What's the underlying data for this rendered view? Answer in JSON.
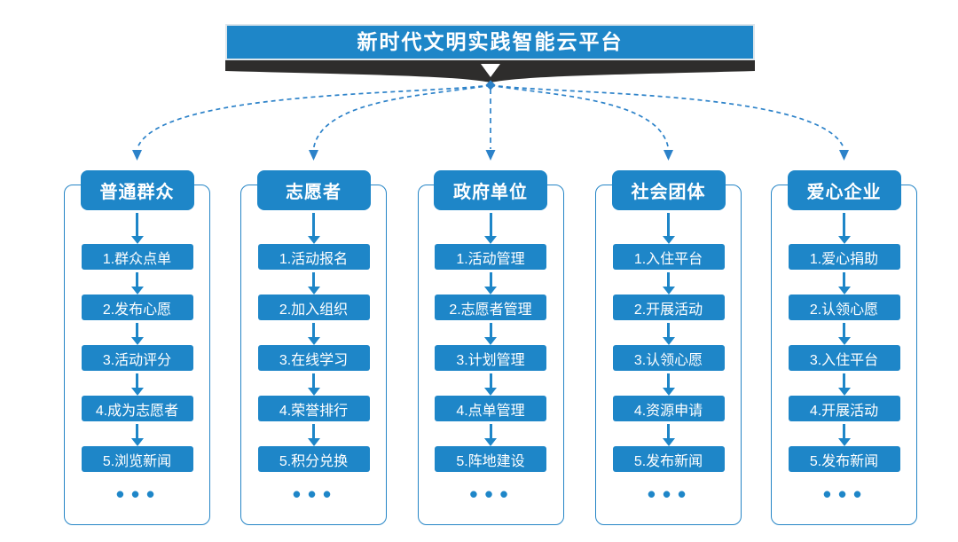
{
  "title": "新时代文明实践智能云平台",
  "colors": {
    "accent_blue": "#1E86C8",
    "outline_blue": "#2585C6",
    "connector_blue": "#2C82C9",
    "ribbon_dark": "#2E2D2C"
  },
  "columns": [
    {
      "id": "ordinary-people",
      "header": "普通群众",
      "steps": [
        "1.群众点单",
        "2.发布心愿",
        "3.活动评分",
        "4.成为志愿者",
        "5.浏览新闻"
      ],
      "more": "•••"
    },
    {
      "id": "volunteers",
      "header": "志愿者",
      "steps": [
        "1.活动报名",
        "2.加入组织",
        "3.在线学习",
        "4.荣誉排行",
        "5.积分兑换"
      ],
      "more": "•••"
    },
    {
      "id": "government-units",
      "header": "政府单位",
      "steps": [
        "1.活动管理",
        "2.志愿者管理",
        "3.计划管理",
        "4.点单管理",
        "5.阵地建设"
      ],
      "more": "•••"
    },
    {
      "id": "social-organizations",
      "header": "社会团体",
      "steps": [
        "1.入住平台",
        "2.开展活动",
        "3.认领心愿",
        "4.资源申请",
        "5.发布新闻"
      ],
      "more": "•••"
    },
    {
      "id": "caring-enterprises",
      "header": "爱心企业",
      "steps": [
        "1.爱心捐助",
        "2.认领心愿",
        "3.入住平台",
        "4.开展活动",
        "5.发布新闻"
      ],
      "more": "•••"
    }
  ]
}
